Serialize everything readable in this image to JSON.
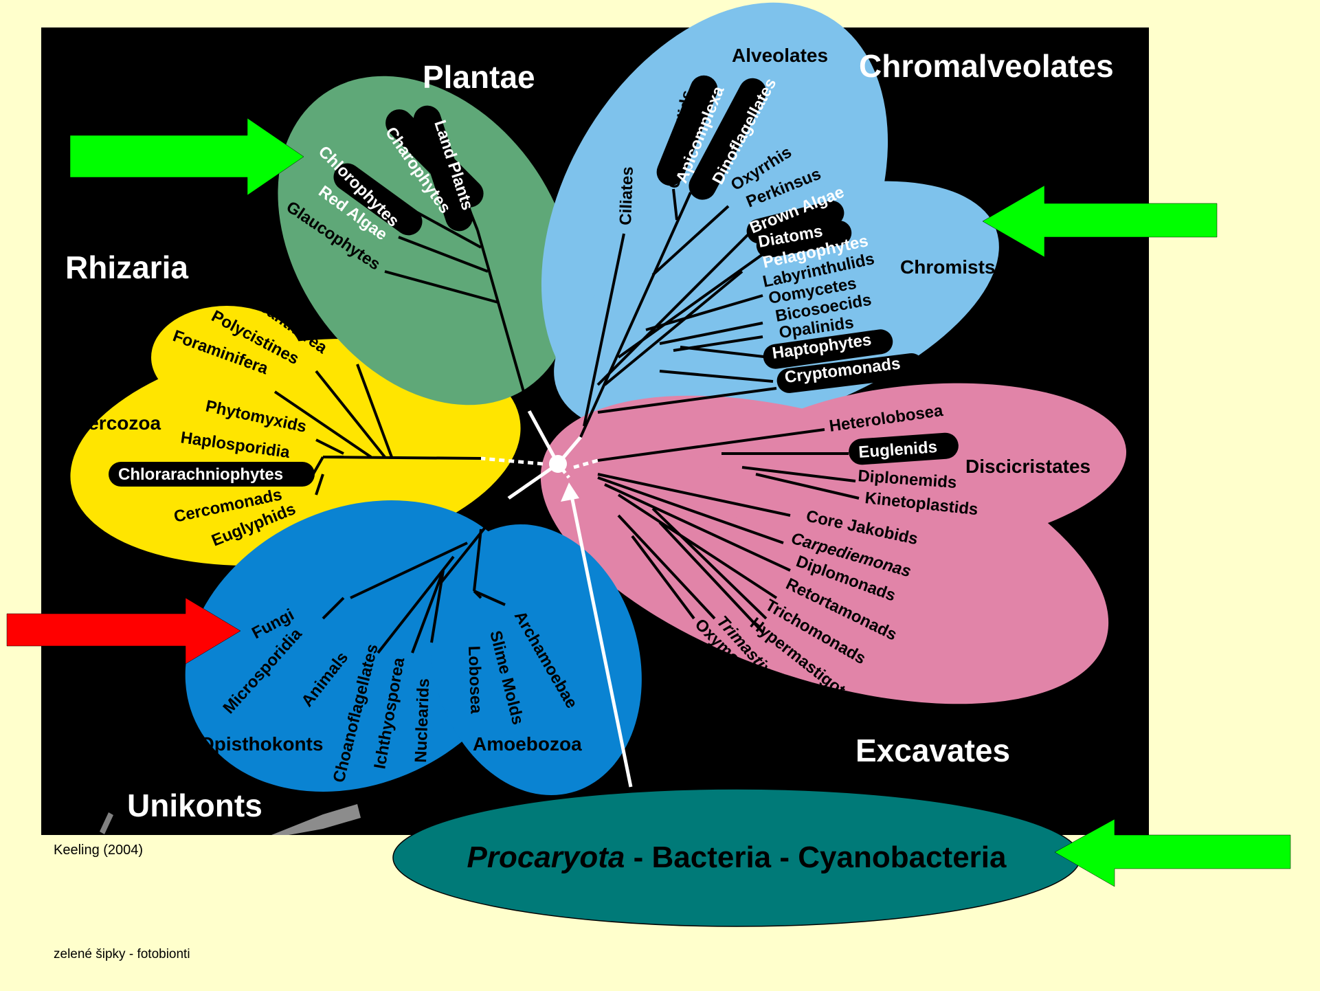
{
  "caption": {
    "citation": "Keeling (2004)",
    "note": "zelené šipky - fotobionti"
  },
  "procaryota": {
    "italic": "Procaryota",
    "rest": " - Bacteria - Cyanobacteria",
    "fill": "#007a78"
  },
  "arrows": [
    {
      "color": "#00ff00",
      "target": "Plantae"
    },
    {
      "color": "#00ff00",
      "target": "Chromists"
    },
    {
      "color": "#ff0000",
      "target": "Fungi"
    },
    {
      "color": "#00ff00",
      "target": "Procaryota"
    }
  ],
  "colors": {
    "background": "#ffffcc",
    "panel": "#000000",
    "plantae": "#5fa878",
    "chromalveolates": "#7ec2ec",
    "rhizaria": "#ffe500",
    "unikonts": "#0a83d2",
    "excavates": "#e184a8"
  },
  "groups": {
    "plantae": "Plantae",
    "chromalveolates": "Chromalveolates",
    "rhizaria": "Rhizaria",
    "unikonts": "Unikonts",
    "excavates": "Excavates"
  },
  "subgroups": {
    "alveolates": "Alveolates",
    "chromists": "Chromists",
    "cercozoa": "Cercozoa",
    "opisthokonts": "Opisthokonts",
    "amoebozoa": "Amoebozoa",
    "discicristates": "Discicristates"
  },
  "taxa": {
    "plantae": [
      "Land Plants",
      "Charophytes",
      "Chlorophytes",
      "Red Algae",
      "Glaucophytes"
    ],
    "alveolates": [
      "Ciliates",
      "Colpodellids",
      "Apicomplexa",
      "Dinoflagellates",
      "Oxyrrhis",
      "Perkinsus"
    ],
    "chromists": [
      "Brown Algae",
      "Diatoms",
      "Pelagophytes",
      "Labyrinthulids",
      "Oomycetes",
      "Bicosoecids",
      "Opalinids",
      "Haptophytes",
      "Cryptomonads"
    ],
    "rhizaria": [
      "Acantharea",
      "Polycistines",
      "Foraminifera",
      "Phytomyxids",
      "Haplosporidia",
      "Chlorarachniophytes",
      "Cercomonads",
      "Euglyphids"
    ],
    "unikonts": [
      "Fungi",
      "Microsporidia",
      "Animals",
      "Choanoflagellates",
      "Ichthyosporea",
      "Nuclearids",
      "Lobosea",
      "Slime Molds",
      "Archamoebae"
    ],
    "excavates": [
      "Heterolobosea",
      "Euglenids",
      "Diplonemids",
      "Kinetoplastids",
      "Core Jakobids",
      "Carpediemonas",
      "Diplomonads",
      "Retortamonads",
      "Trichomonads",
      "Hypermastigotes",
      "Trimastix",
      "Oxymonads"
    ]
  }
}
